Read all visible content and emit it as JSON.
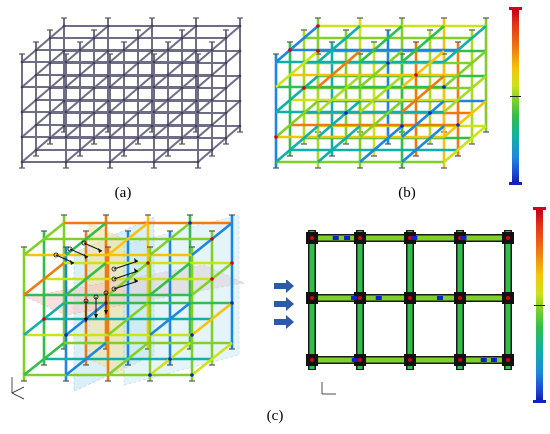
{
  "captions": {
    "a": "(a)",
    "b": "(b)",
    "c": "(c)"
  },
  "colors": {
    "steel": "#6f6c86",
    "hot": "#d40015",
    "cold": "#1022c8",
    "neutral": "#7fd12a",
    "plane_x": "#f4e3a0",
    "plane_y": "#f4c7c7",
    "plane_z": "#bfe4ef",
    "arrow": "#2d5aa8"
  },
  "icons": [
    "axis-triad-icon",
    "right-arrow-icon",
    "force-arrow-icon"
  ]
}
